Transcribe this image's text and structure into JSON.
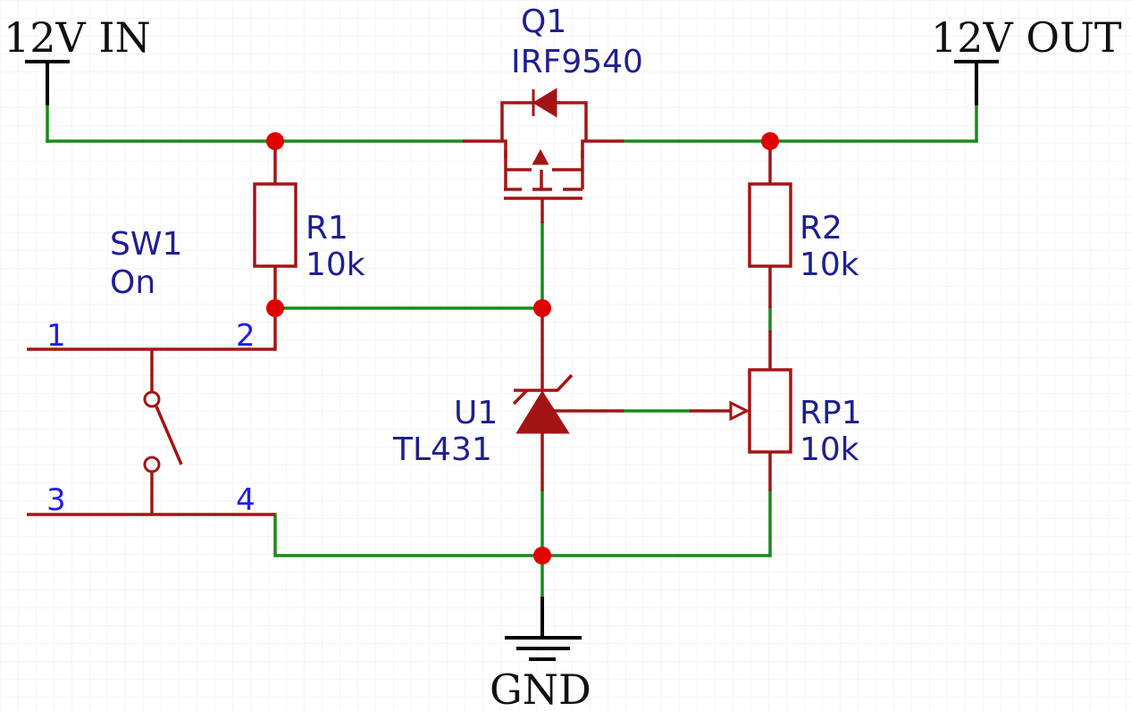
{
  "power_nets": {
    "input_label": "12V IN",
    "output_label": "12V OUT",
    "ground_label": "GND"
  },
  "components": {
    "q1": {
      "ref": "Q1",
      "value": "IRF9540"
    },
    "r1": {
      "ref": "R1",
      "value": "10k"
    },
    "r2": {
      "ref": "R2",
      "value": "10k"
    },
    "rp1": {
      "ref": "RP1",
      "value": "10k"
    },
    "u1": {
      "ref": "U1",
      "value": "TL431"
    },
    "sw1": {
      "ref": "SW1",
      "value": "On",
      "pins": [
        "1",
        "2",
        "3",
        "4"
      ]
    }
  },
  "colors": {
    "wire": "#1a8a1a",
    "component": "#a31515",
    "junction": "#e00000",
    "power_symbol": "#000000",
    "component_label": "#1f1f8f",
    "pin_number": "#1e1ef0",
    "grid": "#ececec"
  }
}
